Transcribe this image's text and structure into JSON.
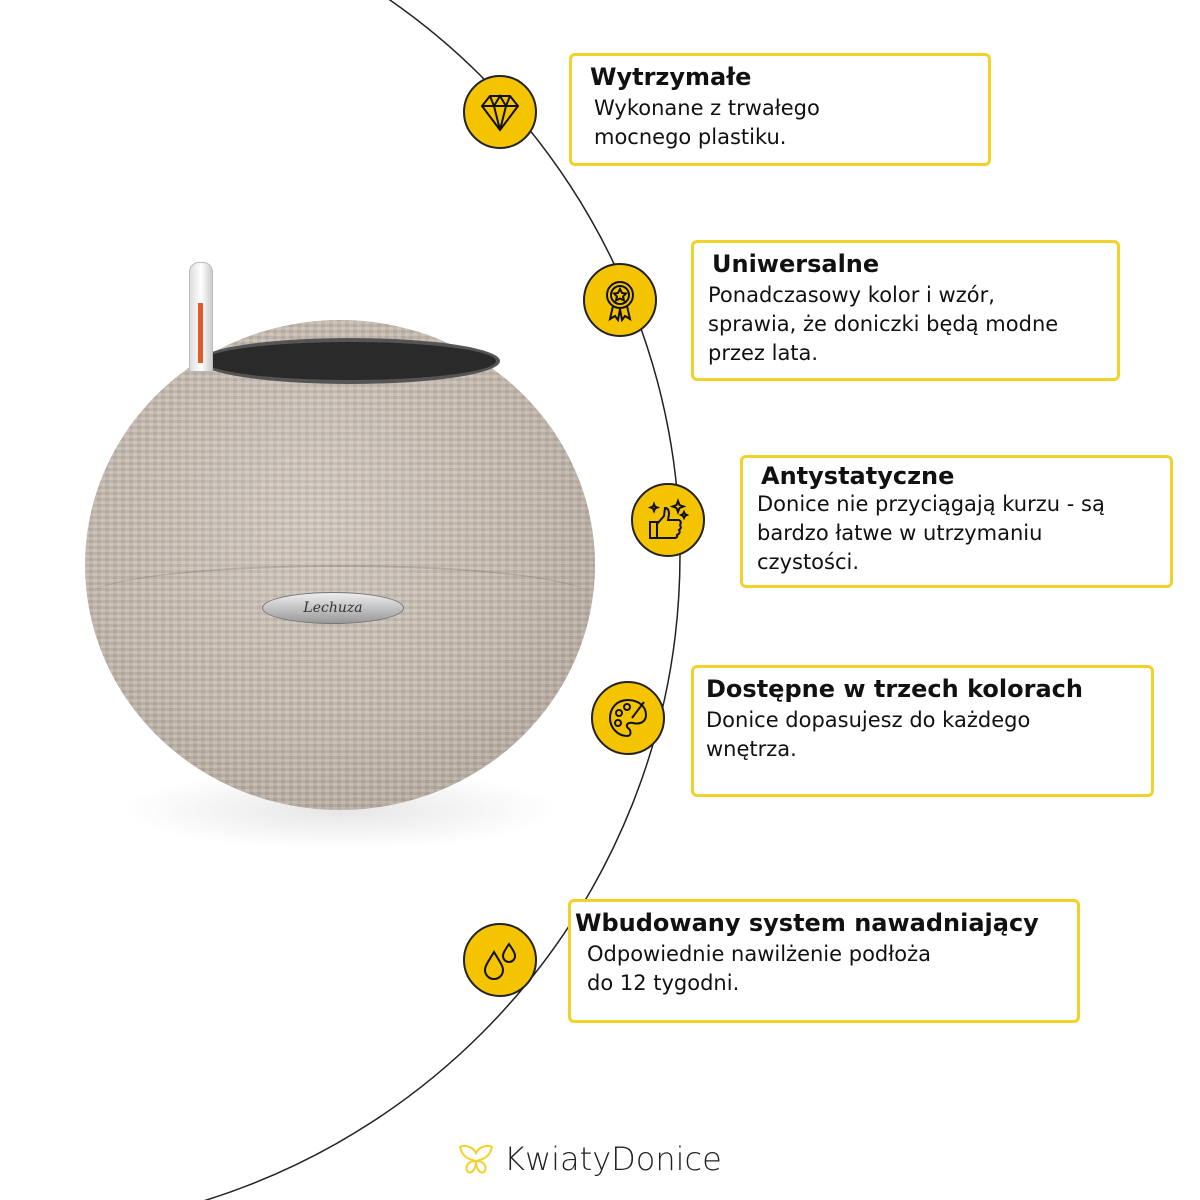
{
  "features": [
    {
      "title": "Wytrzymałe",
      "lines": [
        "Wykonane z trwałego",
        "mocnego plastiku."
      ],
      "icon": "diamond-icon"
    },
    {
      "title": "Uniwersalne",
      "lines": [
        "Ponadczasowy kolor i wzór,",
        "sprawia, że doniczki będą modne",
        "przez lata."
      ],
      "icon": "award-medal-icon"
    },
    {
      "title": "Antystatyczne",
      "lines": [
        "Donice nie przyciągają kurzu - są",
        "bardzo łatwe w utrzymaniu",
        "czystości."
      ],
      "icon": "sparkle-thumbs-up-icon"
    },
    {
      "title": "Dostępne w trzech kolorach",
      "lines": [
        "Donice dopasujesz do każdego",
        "wnętrza."
      ],
      "icon": "palette-icon"
    },
    {
      "title": "Wbudowany system nawadniający",
      "lines": [
        "Odpowiednie nawilżenie podłoża",
        "do 12 tygodni."
      ],
      "icon": "water-drops-icon"
    }
  ],
  "product": {
    "badge_text": "Lechuza"
  },
  "footer": {
    "brand": "KwiatyDonice"
  },
  "colors": {
    "accent": "#f5c400",
    "border": "#f2d22a"
  }
}
